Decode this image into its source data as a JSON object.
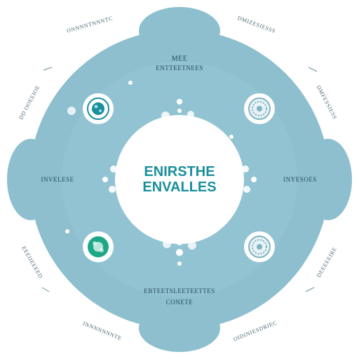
{
  "center": {
    "line1": "ENIRSTHE",
    "line2": "ENVALLES"
  },
  "labels": {
    "top_1": "MEE",
    "top_2": "ENTTEETNEES",
    "left": "INVELESE",
    "right": "INYESOES",
    "bottom_1": "EBTEETSLEETEETTES",
    "bottom_2": "CONETE"
  },
  "outer_labels": {
    "top_left": "ONNNNTNNNTC",
    "top_right": "DMIZESIESSS",
    "left_upper": "DD OOEEIOE",
    "right_upper": "DMFESSIESS",
    "left_lower": "EEEIIEEEED",
    "right_lower": "DEEEEEIRE",
    "bottom_left": "INNNNNNNTE",
    "bottom_right": "OIDINIESDRIEC"
  },
  "colors": {
    "ring": "#8dbfcf",
    "ring_light": "#a8d0dc",
    "center": "#ffffff",
    "accent_teal": "#1a8f9c",
    "accent_green": "#1ea786",
    "node_fill": "#e6f2f5"
  }
}
